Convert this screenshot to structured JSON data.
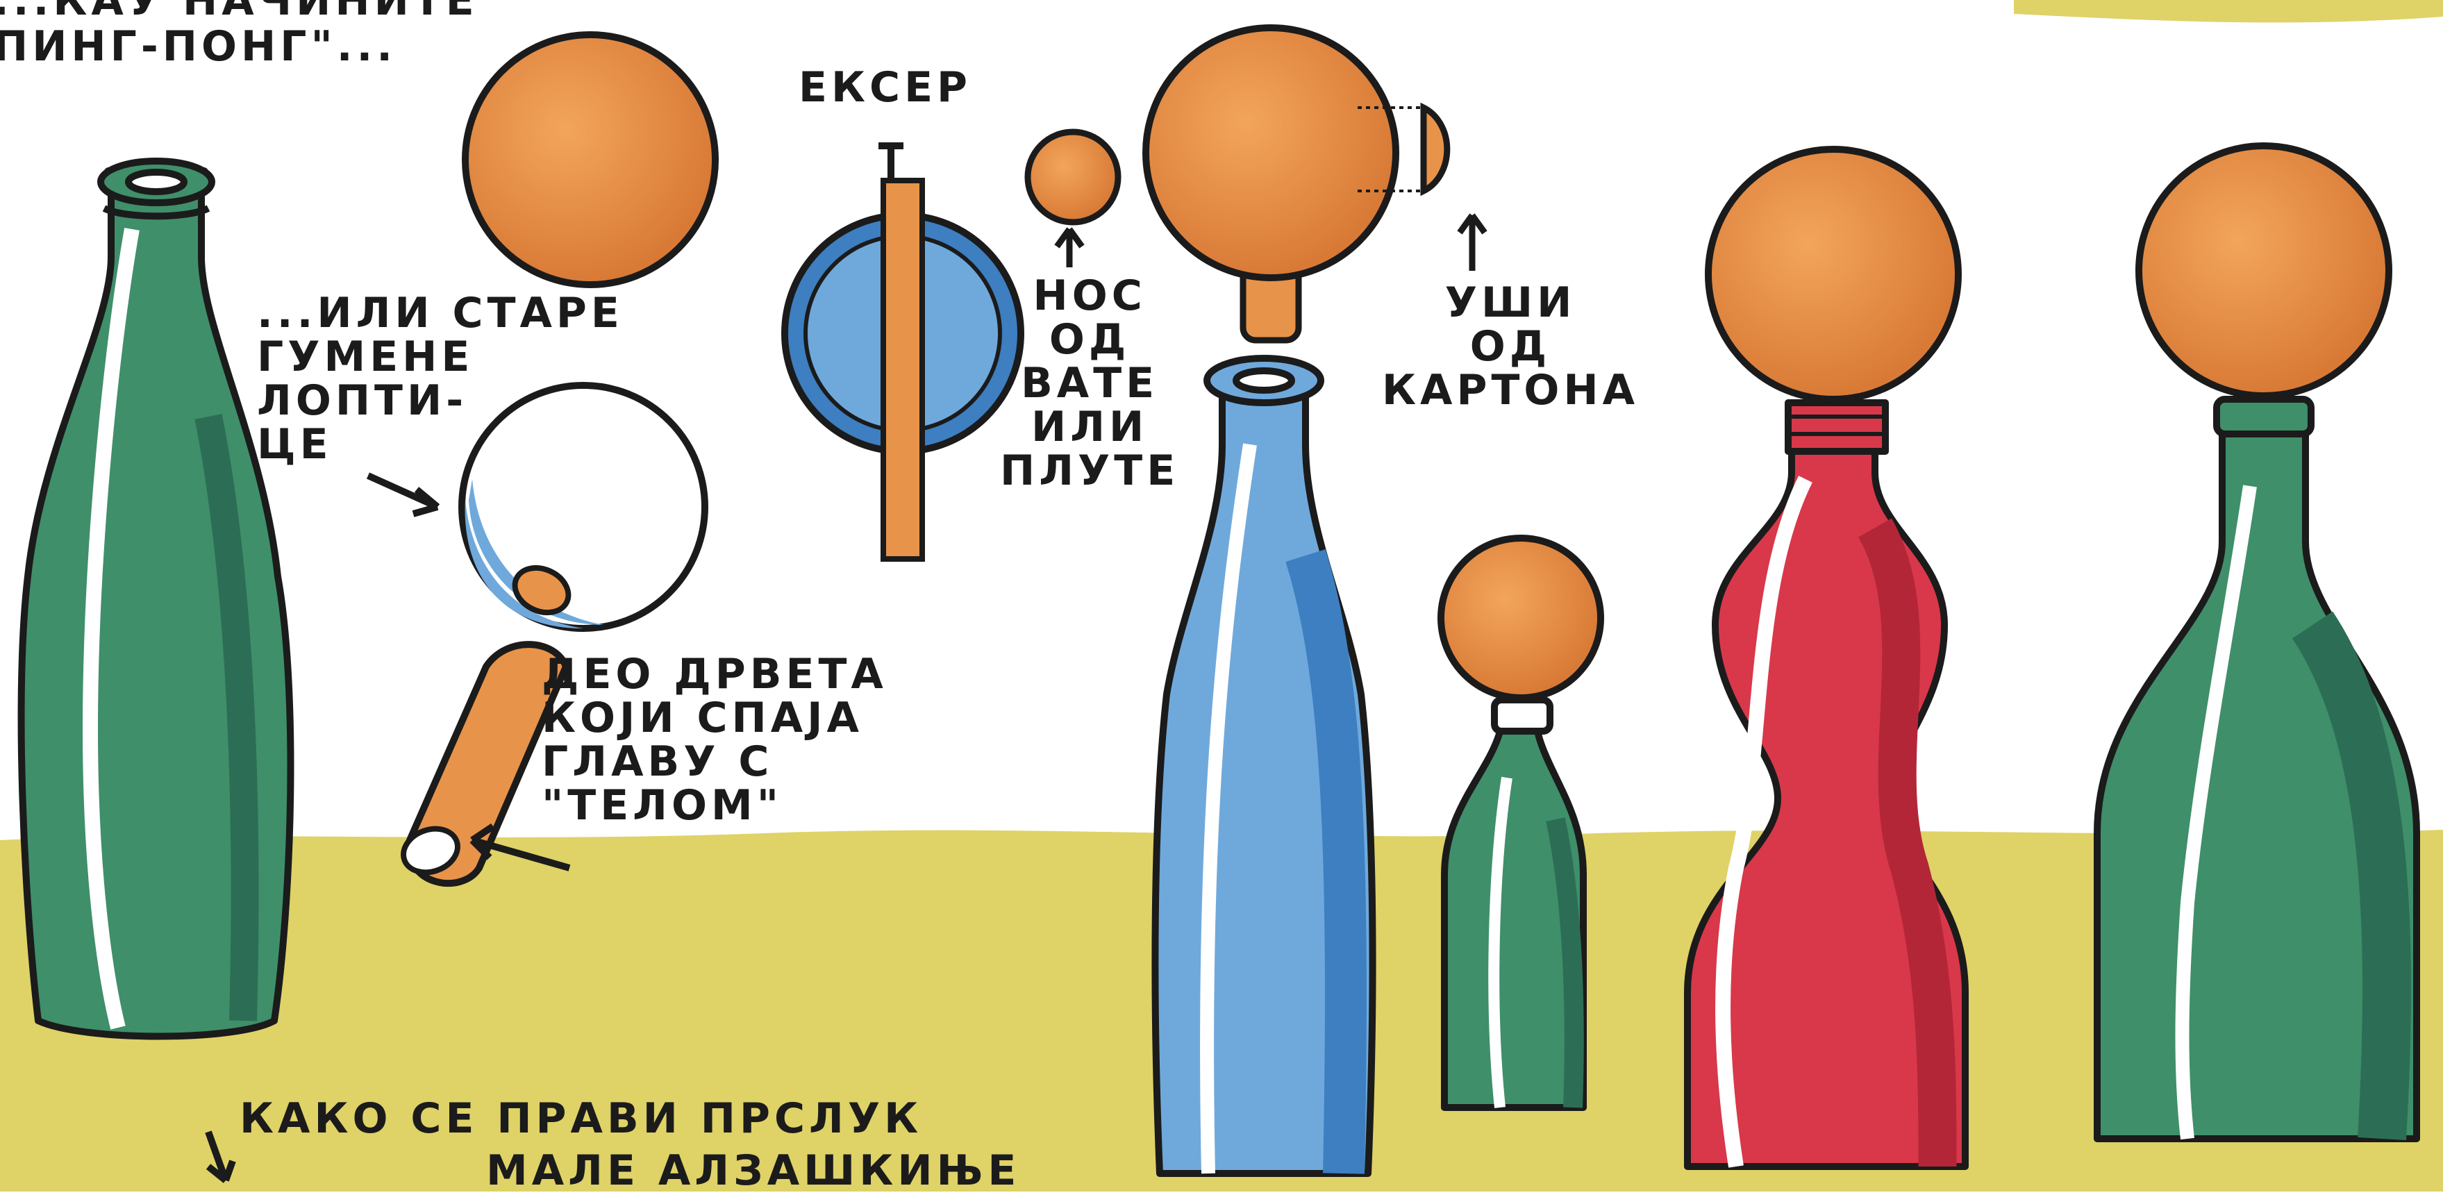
{
  "captions": {
    "top_partial": "...КАУ НАЧИНИТЕ",
    "ping_pong": "ПИНГ-ПОНГ\"...",
    "rubber_balls": [
      "...ИЛИ СТАРЕ",
      "ГУМЕНЕ",
      "ЛОПТИ-",
      "ЦЕ"
    ],
    "nail": "ЕКСЕР",
    "nose": [
      "НОС",
      "ОД",
      "ВАТЕ",
      "ИЛИ",
      "ПЛУТЕ"
    ],
    "ears": [
      "УШИ",
      "ОД",
      "КАРТОНА"
    ],
    "wood_piece": [
      "ДЕО ДРВЕТА",
      "КОЈИ СПАЈА",
      "ГЛАВУ С",
      "\"ТЕЛОМ\""
    ],
    "bottom_line1": "КАКО СЕ ПРАВИ ПРСЛУК",
    "bottom_line2": "МАЛЕ АЛЗАШКИЊЕ"
  },
  "colors": {
    "orange": "#e8934a",
    "orange_shade": "#cf7534",
    "green": "#3f8f6a",
    "green_dark": "#2c6e55",
    "blue": "#6fa9dc",
    "blue_dark": "#3d7fc0",
    "red": "#d8384a",
    "red_dark": "#b32638",
    "ground": "#dfd267",
    "outline": "#1b1b1b"
  }
}
